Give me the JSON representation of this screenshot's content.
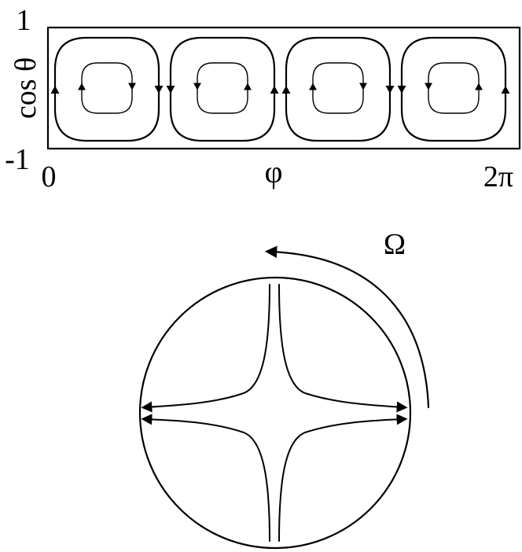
{
  "top_panel": {
    "y_axis_label": "cos θ",
    "y_top_tick": "1",
    "y_bottom_tick": "-1",
    "x_left_tick": "0",
    "x_mid_label": "φ",
    "x_right_tick": "2π",
    "cell_count": 4
  },
  "bottom_panel": {
    "rotation_label": "Ω"
  },
  "colors": {
    "ink": "#000000",
    "background": "#ffffff"
  }
}
